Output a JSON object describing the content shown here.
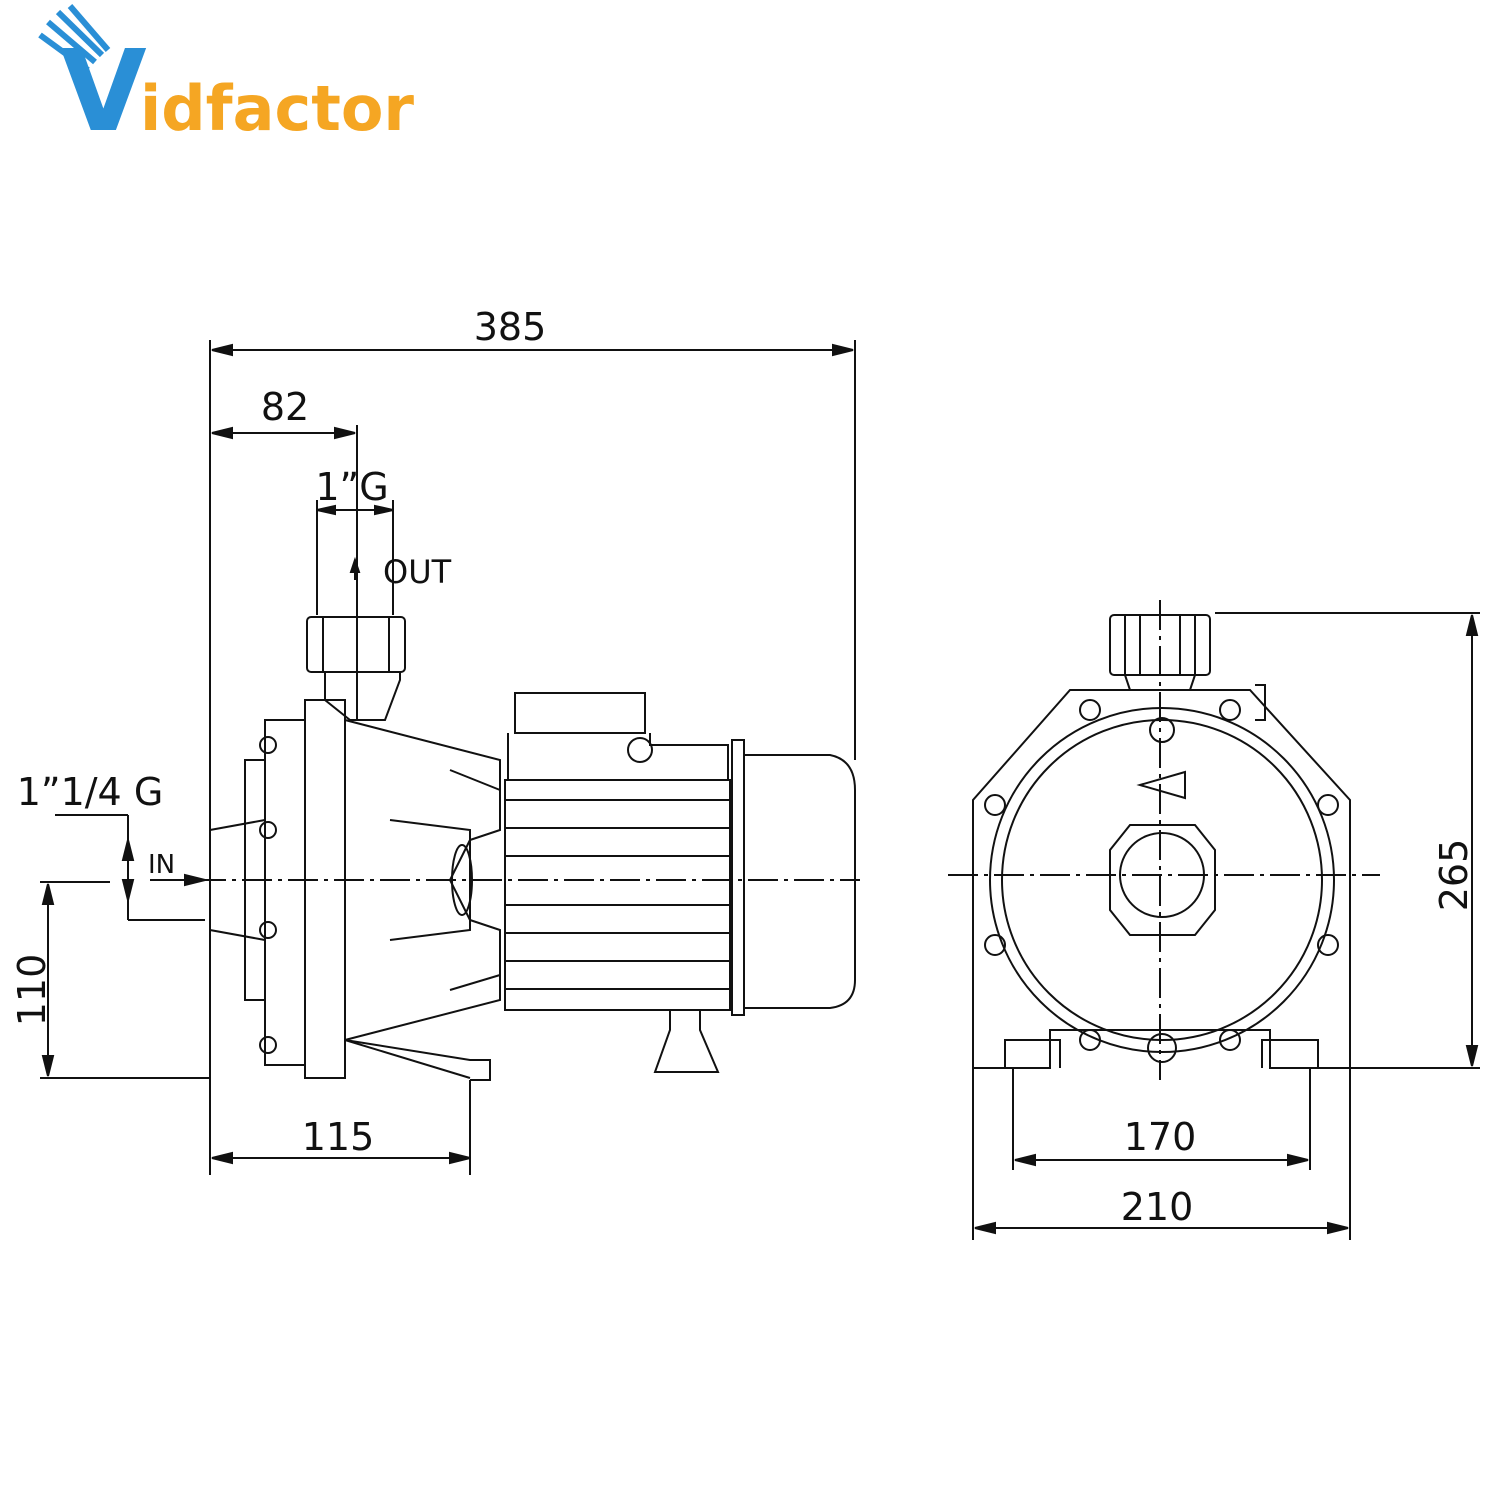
{
  "logo": {
    "letter": "V",
    "rest": "idfactor",
    "primary": "#2a8fd6",
    "accent": "#f5a623"
  },
  "dimensions": {
    "overall_length": "385",
    "outlet_offset": "82",
    "outlet_thread": "1”G",
    "outlet_label": "OUT",
    "inlet_thread": "1”1/4 G",
    "inlet_label": "IN",
    "axis_height": "110",
    "foot_length": "115",
    "total_height": "265",
    "foot_hole_spacing": "170",
    "base_width": "210"
  },
  "line_color": "#111111"
}
